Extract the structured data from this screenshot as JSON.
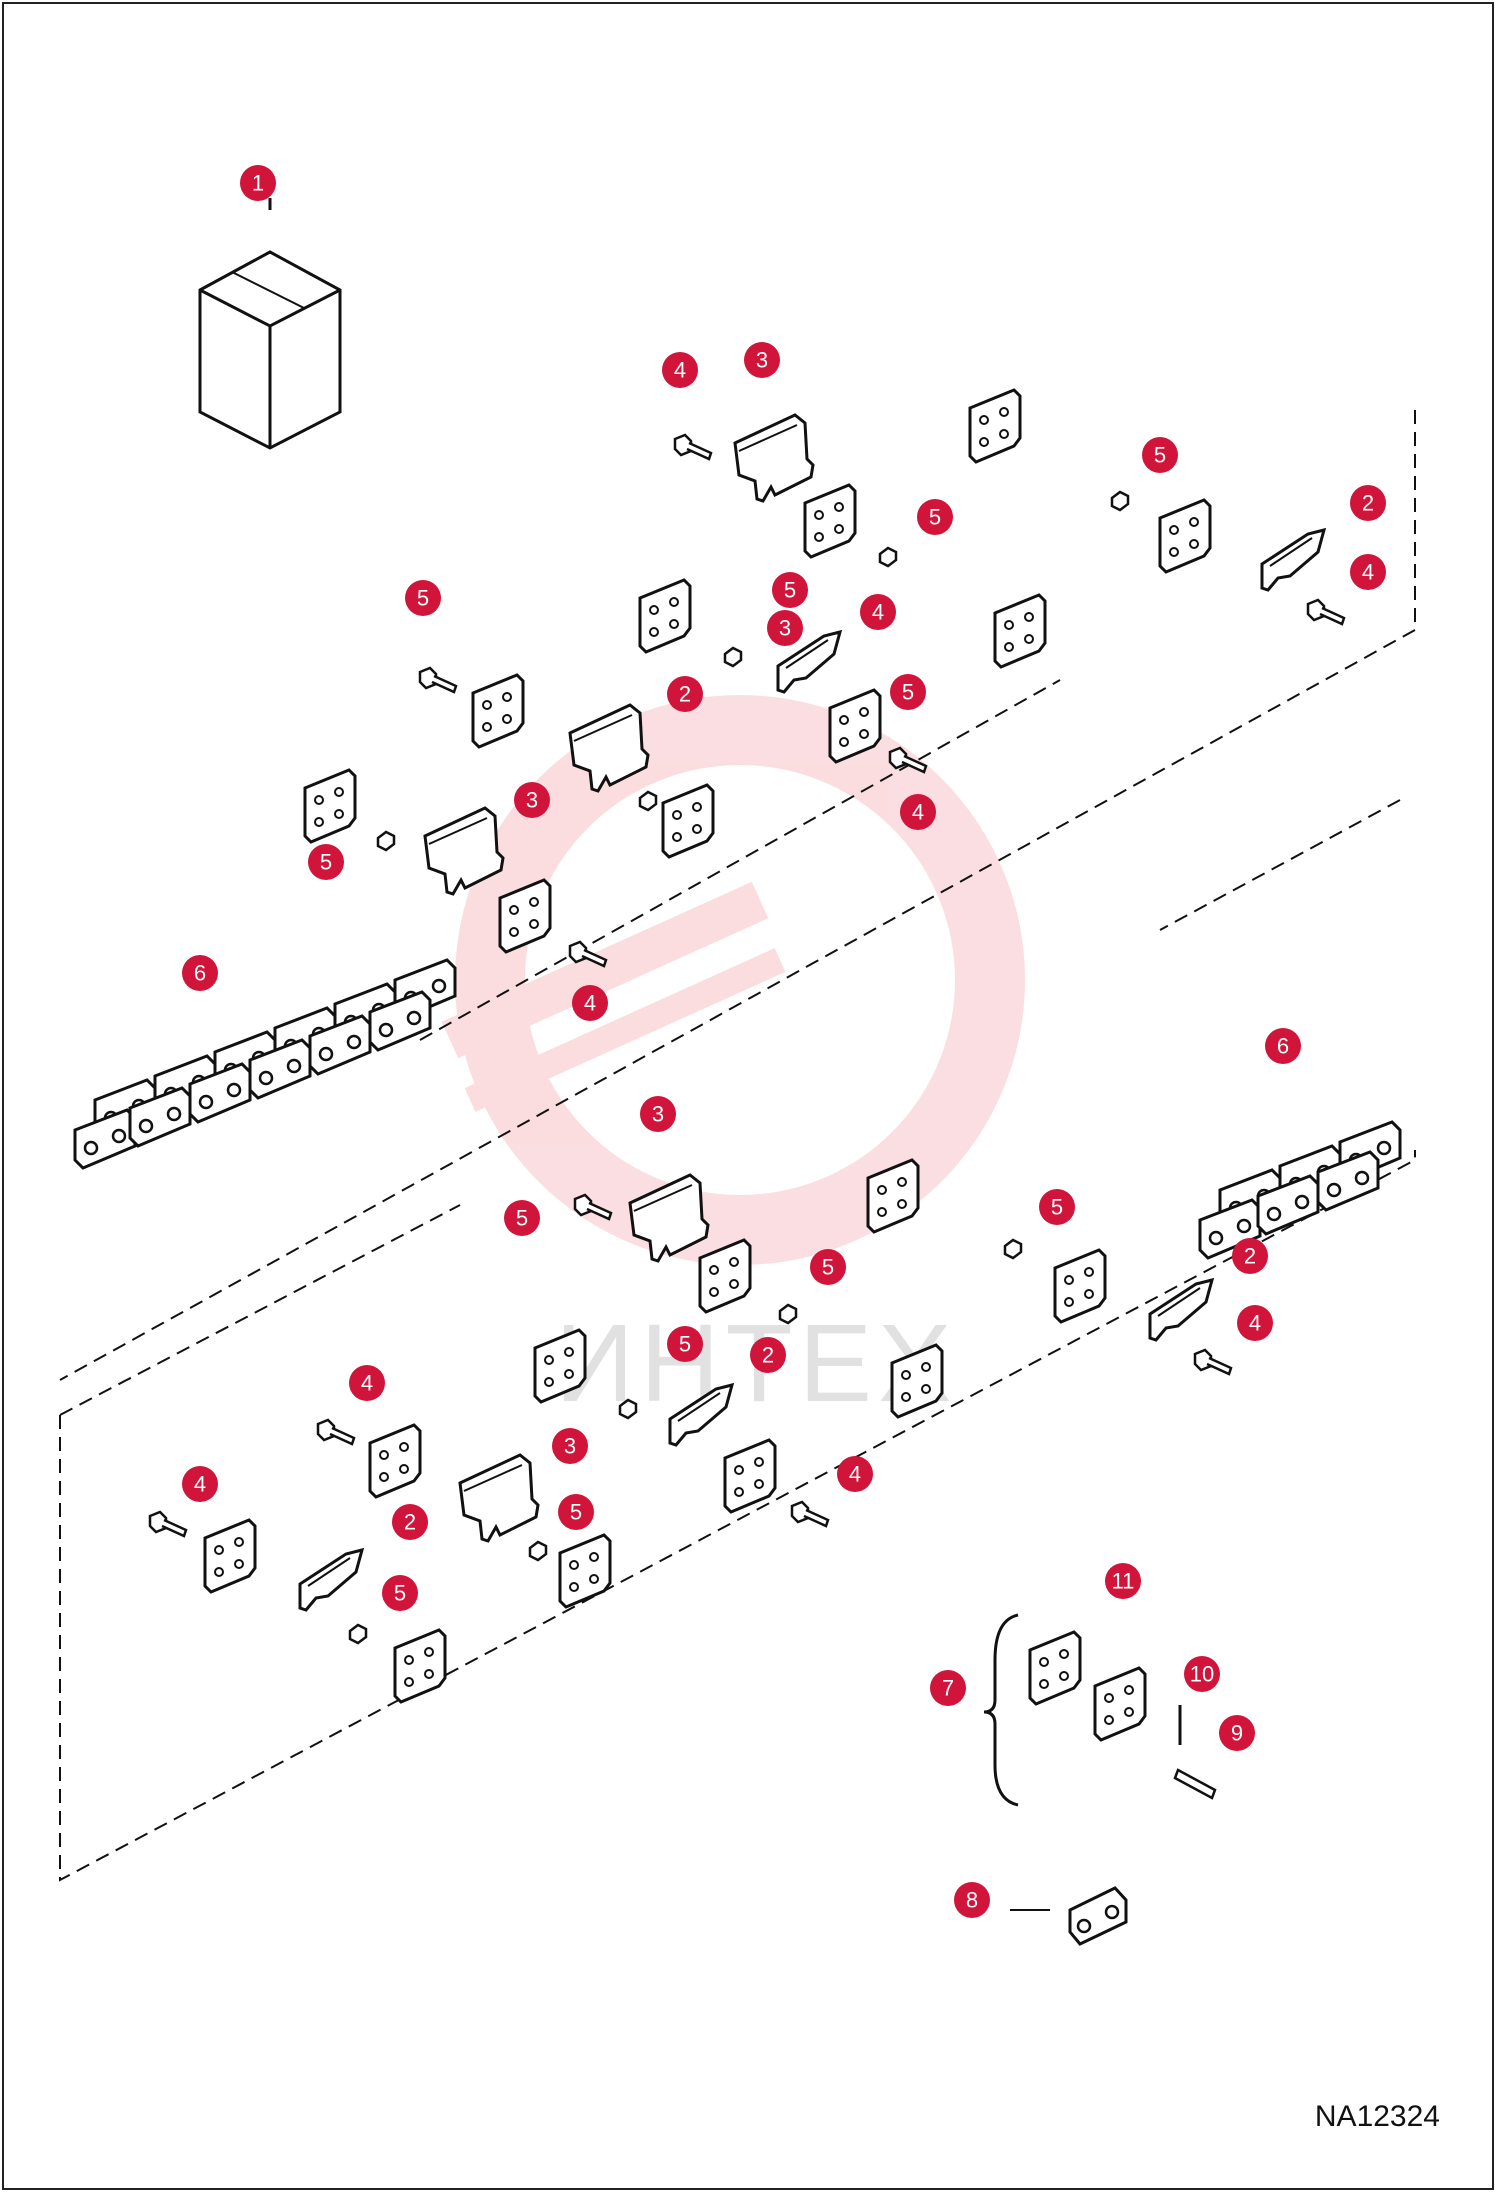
{
  "drawing_number": "NA12324",
  "watermark_text": "ИНТЕХ",
  "colors": {
    "callout": "#d0143a",
    "line": "#111111",
    "watermark": "#f4a0a8"
  },
  "callouts": [
    {
      "id": "c1",
      "label": "1"
    },
    {
      "id": "c2",
      "label": "3"
    },
    {
      "id": "c3",
      "label": "4"
    },
    {
      "id": "c4",
      "label": "5"
    },
    {
      "id": "c5",
      "label": "5"
    },
    {
      "id": "c6",
      "label": "5"
    },
    {
      "id": "c7",
      "label": "2"
    },
    {
      "id": "c8",
      "label": "4"
    },
    {
      "id": "c9",
      "label": "4"
    },
    {
      "id": "c10",
      "label": "5"
    },
    {
      "id": "c11",
      "label": "2"
    },
    {
      "id": "c12",
      "label": "3"
    },
    {
      "id": "c13",
      "label": "5"
    },
    {
      "id": "c14",
      "label": "4"
    },
    {
      "id": "c15",
      "label": "3"
    },
    {
      "id": "c16",
      "label": "5"
    },
    {
      "id": "c17",
      "label": "4"
    },
    {
      "id": "c18",
      "label": "6"
    },
    {
      "id": "c19",
      "label": "6"
    },
    {
      "id": "c20",
      "label": "3"
    },
    {
      "id": "c21",
      "label": "5"
    },
    {
      "id": "c22",
      "label": "5"
    },
    {
      "id": "c23",
      "label": "5"
    },
    {
      "id": "c24",
      "label": "2"
    },
    {
      "id": "c25",
      "label": "4"
    },
    {
      "id": "c26",
      "label": "5"
    },
    {
      "id": "c27",
      "label": "2"
    },
    {
      "id": "c28",
      "label": "4"
    },
    {
      "id": "c29",
      "label": "4"
    },
    {
      "id": "c30",
      "label": "3"
    },
    {
      "id": "c31",
      "label": "5"
    },
    {
      "id": "c32",
      "label": "4"
    },
    {
      "id": "c33",
      "label": "2"
    },
    {
      "id": "c34",
      "label": "5"
    },
    {
      "id": "c35",
      "label": "11"
    },
    {
      "id": "c36",
      "label": "10"
    },
    {
      "id": "c37",
      "label": "7"
    },
    {
      "id": "c38",
      "label": "9"
    },
    {
      "id": "c39",
      "label": "8"
    }
  ]
}
